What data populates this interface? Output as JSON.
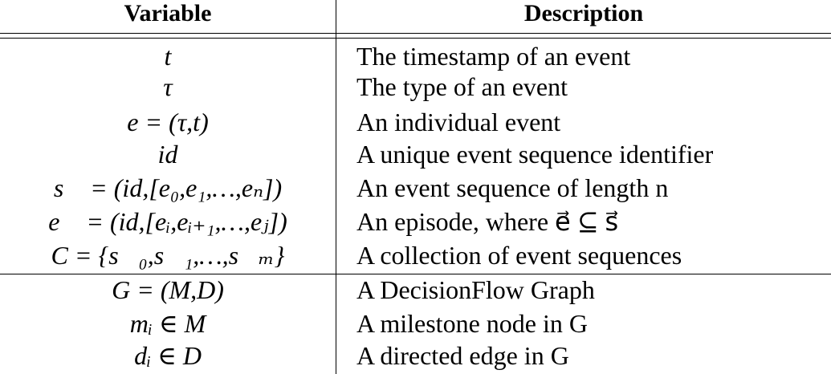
{
  "table": {
    "headers": {
      "variable": "Variable",
      "description": "Description"
    },
    "rows": [
      {
        "variable": "t",
        "description": "The timestamp of an event"
      },
      {
        "variable": "τ",
        "description": "The type of an event"
      },
      {
        "variable": "e = (τ,t)",
        "description": "An individual event"
      },
      {
        "variable": "id",
        "description": "A unique event sequence identifier"
      },
      {
        "variable": "s⃗ = (id,[e₀,e₁,…,eₙ])",
        "description": "An event sequence of length n"
      },
      {
        "variable": "e⃗ = (id,[eᵢ,eᵢ₊₁,…,eⱼ])",
        "description": "An episode, where e⃗ ⊆ s⃗"
      },
      {
        "variable": "C = {s⃗₀,s⃗₁,…,s⃗ₘ}",
        "description": "A collection of event sequences"
      },
      {
        "variable": "G = (M,D)",
        "description": "A DecisionFlow Graph"
      },
      {
        "variable": "mᵢ ∈ M",
        "description": "A milestone node in G"
      },
      {
        "variable": "dᵢ ∈ D",
        "description": "A directed edge in G"
      }
    ]
  }
}
